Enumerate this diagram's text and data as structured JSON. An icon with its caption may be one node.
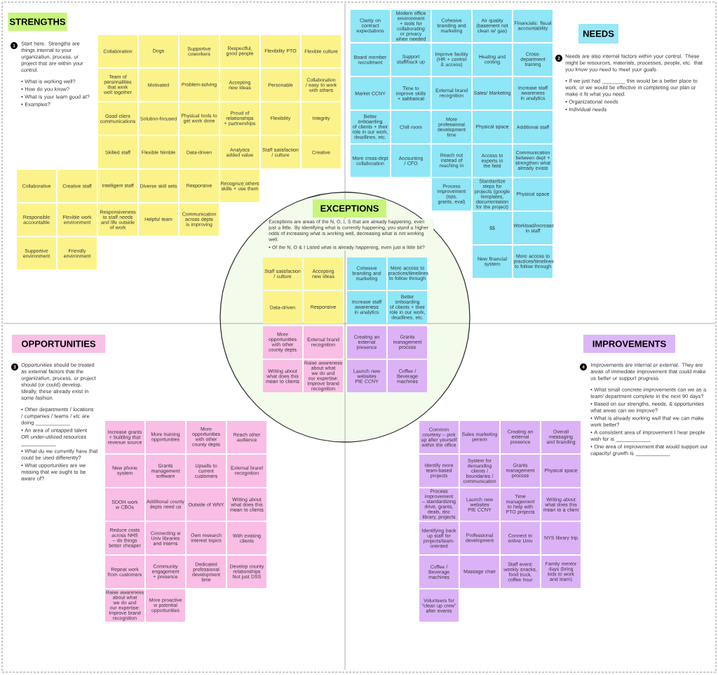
{
  "diagram": {
    "nodes": [
      {
        "text": [
          "STRENGTHS"
        ]
      },
      {
        "text": [
          "Collaboration"
        ]
      },
      {
        "text": [
          "Dogs"
        ]
      },
      {
        "text": [
          "Supportive coworkers"
        ]
      },
      {
        "text": [
          "Respectful, good people"
        ]
      },
      {
        "text": [
          "Flexibility PTO"
        ]
      },
      {
        "text": [
          "Flexible culture"
        ]
      },
      {
        "text": [
          "Team of personalities that work well together"
        ]
      },
      {
        "text": [
          "Motivated"
        ]
      },
      {
        "text": [
          "Problem-solving"
        ]
      },
      {
        "text": [
          "Accepting new ideas"
        ]
      },
      {
        "text": [
          "Personable"
        ]
      },
      {
        "text": [
          "Collaboration / easy to work with others"
        ]
      },
      {
        "text": [
          "Good client communications"
        ]
      },
      {
        "text": [
          "Solution-focused"
        ]
      },
      {
        "text": [
          "Physical tools to get work done"
        ]
      },
      {
        "text": [
          "Proud of relationships + partnerships"
        ]
      },
      {
        "text": [
          "Flexibility"
        ]
      },
      {
        "text": [
          "Integrity"
        ]
      },
      {
        "text": [
          "Skilled staff"
        ]
      },
      {
        "text": [
          "Flexible Nimble"
        ]
      },
      {
        "text": [
          "Data-driven"
        ]
      },
      {
        "text": [
          "Analytics added value"
        ]
      },
      {
        "text": [
          "Staff satisfaction / culture"
        ]
      },
      {
        "text": [
          "Creative"
        ]
      },
      {
        "text": [
          "Collaborative"
        ]
      },
      {
        "text": [
          "Creative staff"
        ]
      },
      {
        "text": [
          "Intelligent staff"
        ]
      },
      {
        "text": [
          "Diverse skill sets"
        ]
      },
      {
        "text": [
          "Responsive"
        ]
      },
      {
        "text": [
          "Recognize others skills + use them"
        ]
      },
      {
        "text": [
          "Responsible accountable"
        ]
      },
      {
        "text": [
          "Flexible work environment"
        ]
      },
      {
        "text": [
          "Responsiveness to staff needs and life outside of work"
        ]
      },
      {
        "text": [
          "Helpful team"
        ]
      },
      {
        "text": [
          "Communication across depts is improving"
        ]
      },
      {
        "text": [
          "Supportive environment"
        ]
      },
      {
        "text": [
          "Friendly environment"
        ]
      },
      {
        "text": [
          "NEEDS"
        ]
      },
      {
        "text": [
          "Clarity on contract expectations"
        ]
      },
      {
        "text": [
          "Modern office environment + tools for collaborating or privacy when needed"
        ]
      },
      {
        "text": [
          "Cohesive branding and marketing"
        ]
      },
      {
        "text": [
          "Air quality (basement not clean w/ gas)"
        ]
      },
      {
        "text": [
          "Financials: fiscal accountability"
        ]
      },
      {
        "text": [
          "Board member recruitment"
        ]
      },
      {
        "text": [
          "Support staff/back up"
        ]
      },
      {
        "text": [
          "Improve facility (HR + control & access)"
        ]
      },
      {
        "text": [
          "Heating and cooling"
        ]
      },
      {
        "text": [
          "Cross-department training"
        ]
      },
      {
        "text": [
          "Market CCNY"
        ]
      },
      {
        "text": [
          "Time to improve skills + sabbatical"
        ]
      },
      {
        "text": [
          "External brand recognition"
        ]
      },
      {
        "text": [
          "Sales/ Marketing"
        ]
      },
      {
        "text": [
          "Increase staff awareness in analytics"
        ]
      },
      {
        "text": [
          "Better onboarding of clients + their role in our work, deadlines, etc."
        ]
      },
      {
        "text": [
          "Chill room"
        ]
      },
      {
        "text": [
          "More professional development time"
        ]
      },
      {
        "text": [
          "Physical space"
        ]
      },
      {
        "text": [
          "Additional staff"
        ]
      },
      {
        "text": [
          "More cross-dept collaboration"
        ]
      },
      {
        "text": [
          "Accounting / CFO"
        ]
      },
      {
        "text": [
          "Reach out instead of reaching in"
        ]
      },
      {
        "text": [
          "Access to experts in the field"
        ]
      },
      {
        "text": [
          "Communication between dept + strengthen what already exists"
        ]
      },
      {
        "text": [
          "Process improvement (ops, grants, eval)"
        ]
      },
      {
        "text": [
          "Standardize steps for projects (google templates, documentation for the project)"
        ]
      },
      {
        "text": [
          "Physical space"
        ]
      },
      {
        "text": [
          "$$"
        ]
      },
      {
        "text": [
          "Workload/increase in staff"
        ]
      },
      {
        "text": [
          "New financial system"
        ]
      },
      {
        "text": [
          "More access to practices/timelines to follow through"
        ]
      },
      {
        "text": [
          "Exceptions are areas of the N, O, I, S that are already happening, even just a little. By identifying what is currently happening, you stand a higher odds of increasing what is working well, decreasing what is not working well.",
          "• Of the N, O & I Listed what is already happening, even just a little bit?"
        ]
      },
      {
        "text": [
          "EXCEPTIONS"
        ],
        "in": 71
      },
      {
        "text": [
          "Staff satisfaction / culture"
        ],
        "in": 71
      },
      {
        "text": [
          "Accepting new ideas"
        ],
        "in": 71
      },
      {
        "text": [
          "Data-driven"
        ],
        "in": 71
      },
      {
        "text": [
          "Responsive"
        ],
        "in": 71
      },
      {
        "text": [
          "Cohesive branding and marketing"
        ],
        "in": 71
      },
      {
        "text": [
          "More access to practices/timelines to follow through"
        ],
        "in": 71
      },
      {
        "text": [
          "Increase staff awareness in analytics"
        ],
        "in": 71
      },
      {
        "text": [
          "Better onboarding of clients + their role in our work, deadlines, etc."
        ],
        "in": 71
      },
      {
        "text": [
          "More opportunities with other county depts"
        ],
        "in": 71
      },
      {
        "text": [
          "External brand recognition"
        ],
        "in": 71
      },
      {
        "text": [
          "Writing about what does this mean to clients"
        ],
        "in": 71
      },
      {
        "text": [
          "Raise awareness about what we do and our expertise: Improve brand recognition"
        ],
        "in": 71
      },
      {
        "text": [
          "Creating an external presence"
        ],
        "in": 71
      },
      {
        "text": [
          "Grants management process"
        ],
        "in": 71
      },
      {
        "text": [
          "Launch new websites PIE CCNY"
        ],
        "in": 71
      },
      {
        "text": [
          "Coffee / Beverage machines"
        ],
        "in": 71
      },
      {
        "text": [
          "OPPORTUNITIES"
        ]
      },
      {
        "text": [
          "Increase grants + building that revenue source"
        ]
      },
      {
        "text": [
          "More training opportunities"
        ]
      },
      {
        "text": [
          "More opportunities with other county depts"
        ]
      },
      {
        "text": [
          "Reach other audience"
        ]
      },
      {
        "text": [
          "New phone system"
        ]
      },
      {
        "text": [
          "Grants management software"
        ]
      },
      {
        "text": [
          "Upsells to current customers"
        ]
      },
      {
        "text": [
          "External brand recognition"
        ]
      },
      {
        "text": [
          "SDOH work w CBOs"
        ]
      },
      {
        "text": [
          "Additional county depts need us"
        ]
      },
      {
        "text": [
          "Outside of WNY"
        ]
      },
      {
        "text": [
          "Writing about what does this mean to clients"
        ]
      },
      {
        "text": [
          "Reduce costs across NHS – do things better cheaper"
        ]
      },
      {
        "text": [
          "Connecting w Univ libraries and interns"
        ]
      },
      {
        "text": [
          "Own research interest topics"
        ]
      },
      {
        "text": [
          "With existing clients"
        ]
      },
      {
        "text": [
          "Repeat work from customers"
        ]
      },
      {
        "text": [
          "Community engagement + presence"
        ]
      },
      {
        "text": [
          "Dedicated professional development time"
        ]
      },
      {
        "text": [
          "Develop county relationships Not just DSS"
        ]
      },
      {
        "text": [
          "Raise awareness about what we do and our expertise: Improve brand recognition"
        ]
      },
      {
        "text": [
          "More proactive w potential opportunities"
        ]
      },
      {
        "text": [
          "IMPROVEMENTS"
        ]
      },
      {
        "text": [
          "Common courtesy – pick up after yourself within the office"
        ]
      },
      {
        "text": [
          "Sales marketing person"
        ]
      },
      {
        "text": [
          "Creating an external presence"
        ]
      },
      {
        "text": [
          "Overall messaging and branding"
        ]
      },
      {
        "text": [
          "Identify more team-based projects"
        ]
      },
      {
        "text": [
          "System for demanding clients / boundaries / communication"
        ]
      },
      {
        "text": [
          "Grants management process"
        ]
      },
      {
        "text": [
          "Physical space"
        ]
      },
      {
        "text": [
          "Process improvement – standardizing drive, grants, deals, doc library, projects"
        ]
      },
      {
        "text": [
          "Launch new websites PIE CCNY"
        ]
      },
      {
        "text": [
          "Time management to help with PTO projects"
        ]
      },
      {
        "text": [
          "Writing about what does this mean to a client"
        ]
      },
      {
        "text": [
          "Identifying back up staff for projects/team-oriented"
        ]
      },
      {
        "text": [
          "Professional development"
        ]
      },
      {
        "text": [
          "Connect to online Univ"
        ]
      },
      {
        "text": [
          "NYS library trip"
        ]
      },
      {
        "text": [
          "Coffee / Beverage machines"
        ]
      },
      {
        "text": [
          "Massage chair"
        ]
      },
      {
        "text": [
          "Staff event: weekly snacks, food truck, coffee hour"
        ]
      },
      {
        "text": [
          "Family mentor days (bring kids to work and learn)"
        ]
      },
      {
        "text": [
          "Volunteers for \"clean up crew\" after events"
        ]
      }
    ],
    "labels": [
      "1",
      "Start here. Strengths are things internal to your organization, process, or project that are within your control.",
      "• What is working well?",
      "• How do you know?",
      "• What is your team good at?",
      "• Examples?",
      "2",
      "Needs are also internal factors within your control. These might be resources, materials, processes, people, etc. that you know you need to meet your goals.",
      "• If we just had ________ this would be a better place to work, or we would be effective in completing our plan or make it fit what you need.",
      "• Organizational needs",
      "• Individual needs",
      "3",
      "Opportunities should be treated as external factors that the organization, process, or project should (or could) develop. Ideally, these already exist in some fashion.",
      "• Other departments / locations / companies / teams / etc are doing ____________",
      "• An area of untapped talent OR under-utilized resources ____________",
      "• What do we currently have that could be used differently?",
      "• What opportunities are we missing that we ought to be aware of?",
      "4",
      "Improvements are internal or external. They are areas of immediate improvement that could make us better or support progress.",
      "• What small concrete improvements can we as a team/ department complete in the next 90 days?",
      "• Based on our strengths, needs, & opportunities what areas can we improve?",
      "• What is already working well that we can make work better?",
      "• A consistent area of improvement I hear people wish for is ____________",
      "• One area of improvement that would support our capacity/ growth is ____________"
    ]
  }
}
